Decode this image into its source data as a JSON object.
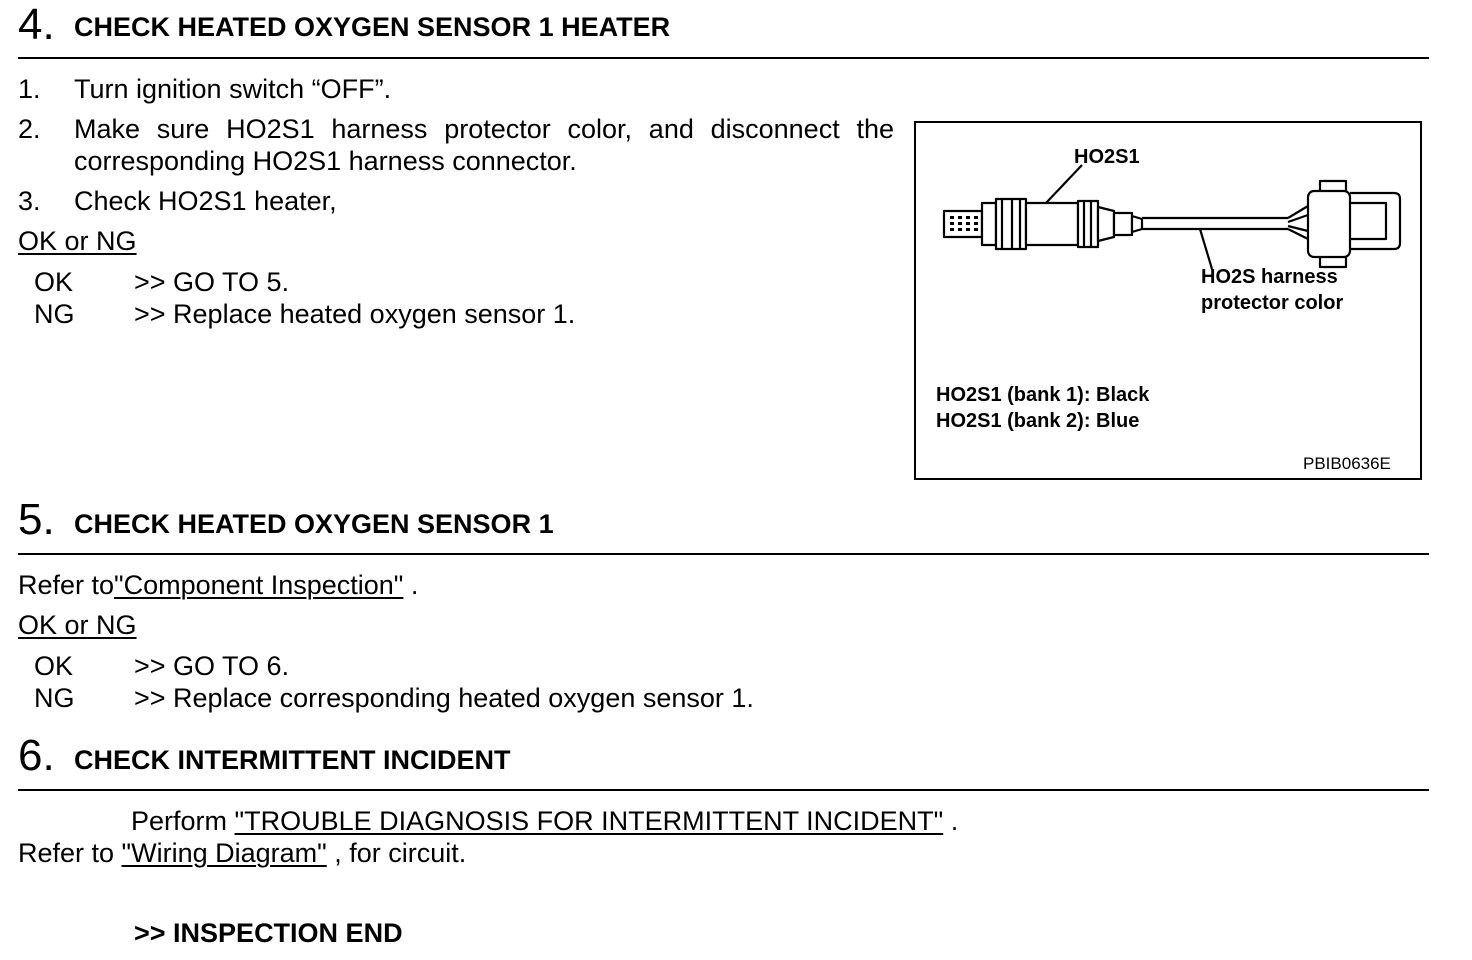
{
  "step4": {
    "number": "4.",
    "title": "CHECK HEATED OXYGEN SENSOR 1 HEATER",
    "items": [
      {
        "num": "1.",
        "text": "Turn ignition switch “OFF”."
      },
      {
        "num": "2.",
        "line1": "Make sure HO2S1 harness protector color, and disconnect the",
        "line2": "corresponding HO2S1 harness connector."
      },
      {
        "num": "3.",
        "text": "Check HO2S1 heater,"
      }
    ],
    "judgement": "OK or NG",
    "ok_label": "OK",
    "ok_text": ">> GO TO 5.",
    "ng_label": "NG",
    "ng_text": ">> Replace heated oxygen sensor 1."
  },
  "figure": {
    "sensor_label": "HO2S1",
    "harness_label_line1": "HO2S harness",
    "harness_label_line2": "protector color",
    "bank1": "HO2S1 (bank 1): Black",
    "bank2": "HO2S1 (bank 2): Blue",
    "code": "PBIB0636E"
  },
  "step5": {
    "number": "5.",
    "title": "CHECK HEATED OXYGEN SENSOR 1",
    "refer_prefix": "Refer to",
    "refer_link": "\"Component Inspection\"",
    "refer_suffix": " .",
    "judgement": "OK or NG",
    "ok_label": "OK",
    "ok_text": ">> GO TO 6.",
    "ng_label": "NG",
    "ng_text": ">> Replace corresponding heated oxygen sensor 1."
  },
  "step6": {
    "number": "6.",
    "title": "CHECK INTERMITTENT INCIDENT",
    "perform_prefix": "Perform ",
    "perform_link": "\"TROUBLE DIAGNOSIS FOR INTERMITTENT INCIDENT\"",
    "perform_suffix": " .",
    "refer_prefix": "Refer to ",
    "refer_link": "\"Wiring Diagram\"",
    "refer_suffix": " , for circuit.",
    "end_text": ">> INSPECTION END"
  }
}
